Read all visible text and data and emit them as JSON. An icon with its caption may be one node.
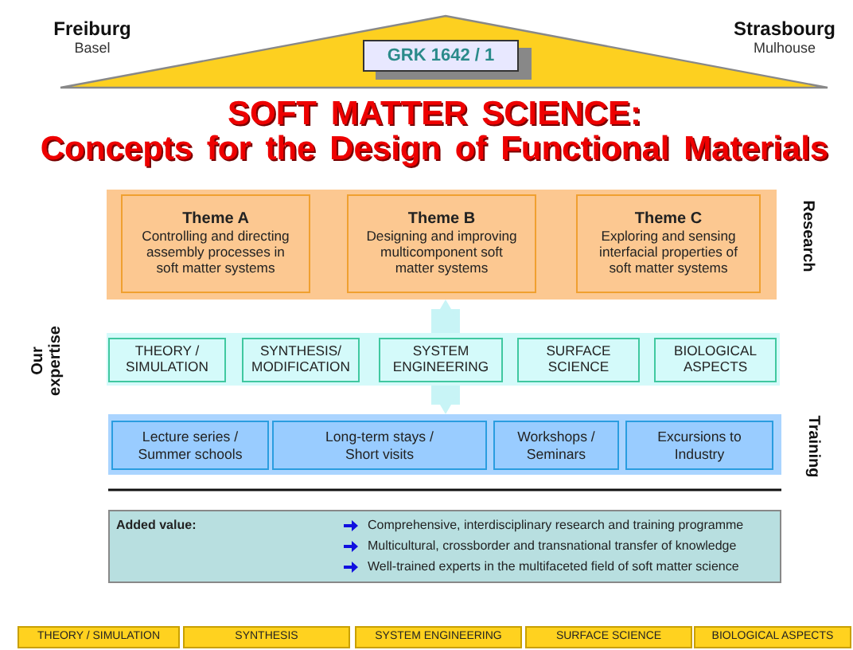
{
  "diagram": {
    "title": "SOFT MATTER SCIENCE: Concepts for the Design of Functional Materials",
    "nodes": [
      {
        "text": [
          "GRK 1642 / 1"
        ]
      },
      {
        "text": [],
        "shape": "box",
        "beside": [
          "Research"
        ]
      },
      {
        "text": [
          "Theme A",
          "Controlling and directing assembly processes in soft matter systems"
        ],
        "in": 1
      },
      {
        "text": [
          "Theme B",
          "Designing and improving multicomponent soft matter systems"
        ],
        "in": 1
      },
      {
        "text": [
          "Theme C",
          "Exploring and sensing interfacial properties of soft matter systems"
        ],
        "in": 1
      },
      {
        "text": [],
        "shape": "box",
        "beside": [
          "Our expertise"
        ]
      },
      {
        "text": [
          "THEORY / SIMULATION"
        ],
        "in": 5
      },
      {
        "text": [
          "SYNTHESIS/ MODIFICATION"
        ],
        "in": 5
      },
      {
        "text": [
          "SYSTEM ENGINEERING"
        ],
        "in": 5
      },
      {
        "text": [
          "SURFACE SCIENCE"
        ],
        "in": 5
      },
      {
        "text": [
          "BIOLOGICAL ASPECTS"
        ],
        "in": 5
      },
      {
        "text": [],
        "shape": "box",
        "beside": [
          "Training"
        ]
      },
      {
        "text": [
          "Lecture series / Summer schools"
        ],
        "in": 11
      },
      {
        "text": [
          "Long-term stays / Short visits"
        ],
        "in": 11
      },
      {
        "text": [
          "Workshops / Seminars"
        ],
        "in": 11
      },
      {
        "text": [
          "Excursions to Industry"
        ],
        "in": 11
      },
      {
        "text": [
          "Added value:",
          "Comprehensive, interdisciplinary research and training programme",
          "Multicultural, crossborder and transnational transfer of knowledge",
          "Well-trained experts in the multifaceted field of soft matter science"
        ]
      },
      {
        "text": [
          "THEORY / SIMULATION"
        ]
      },
      {
        "text": [
          "SYNTHESIS"
        ]
      },
      {
        "text": [
          "SYSTEM ENGINEERING"
        ]
      },
      {
        "text": [
          "SURFACE SCIENCE"
        ]
      },
      {
        "text": [
          "BIOLOGICAL ASPECTS"
        ]
      }
    ],
    "edges": [
      {
        "from": 5,
        "to": 1,
        "arrow": "to"
      },
      {
        "from": 5,
        "to": 11,
        "arrow": "to"
      }
    ],
    "labels": [
      "Freiburg",
      "Basel",
      "Strasbourg",
      "Mulhouse"
    ]
  }
}
